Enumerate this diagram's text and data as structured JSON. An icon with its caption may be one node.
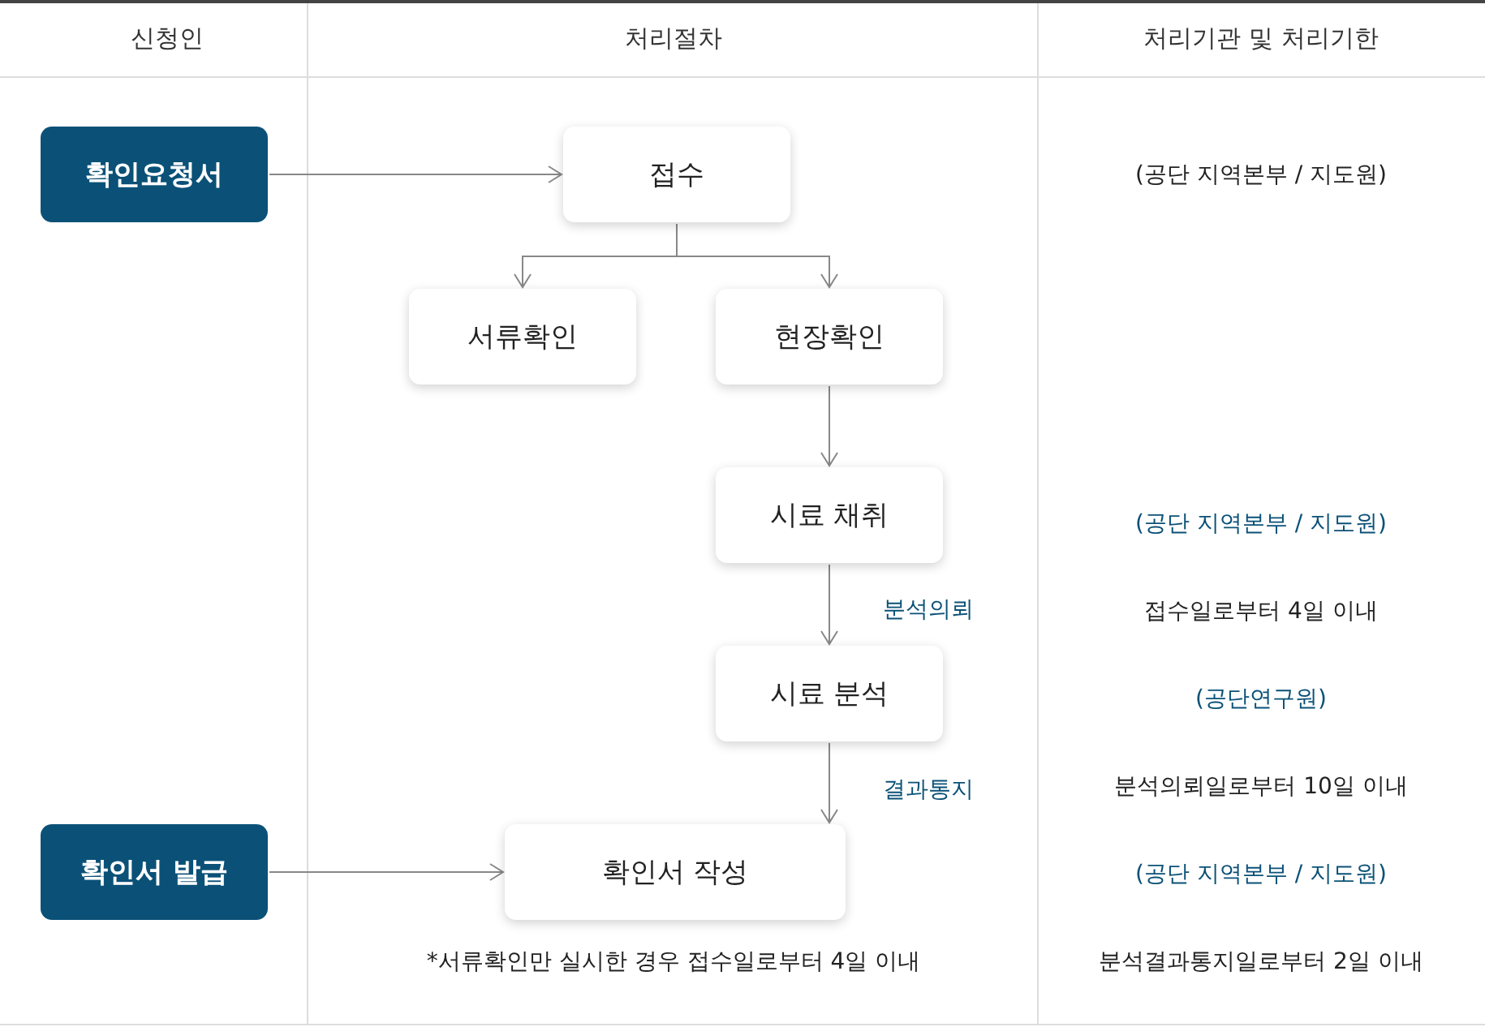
{
  "diagram": {
    "nodes": [
      {
        "text": [
          "확인요청서"
        ]
      },
      {
        "text": [
          "접수"
        ]
      },
      {
        "text": [
          "서류확인"
        ]
      },
      {
        "text": [
          "현장확인"
        ]
      },
      {
        "text": [
          "시료 채취"
        ]
      },
      {
        "text": [
          "시료 분석"
        ]
      },
      {
        "text": [
          "확인서 발급"
        ]
      },
      {
        "text": [
          "확인서 작성"
        ]
      }
    ],
    "edges": [
      {
        "from": 0,
        "to": 1,
        "arrow": "to"
      },
      {
        "from": 1,
        "to": 2,
        "arrow": "to"
      },
      {
        "from": 1,
        "to": 3,
        "arrow": "to"
      },
      {
        "from": 3,
        "to": 4,
        "arrow": "to"
      },
      {
        "from": 4,
        "to": 5,
        "arrow": "to",
        "label": "분석의뢰"
      },
      {
        "from": 5,
        "to": 7,
        "arrow": "to",
        "label": "결과통지"
      },
      {
        "from": 6,
        "to": 7,
        "arrow": "to"
      }
    ],
    "labels": [
      "신청인",
      "처리절차",
      "처리기관 및 처리기한",
      "(공단 지역본부 / 지도원)",
      "(공단 지역본부 / 지도원)",
      "접수일로부터 4일 이내",
      "(공단연구원)",
      "분석의뢰일로부터 10일 이내",
      "(공단 지역본부 / 지도원)",
      "*서류확인만 실시한 경우 접수일로부터 4일 이내",
      "분석결과통지일로부터 2일 이내"
    ]
  }
}
